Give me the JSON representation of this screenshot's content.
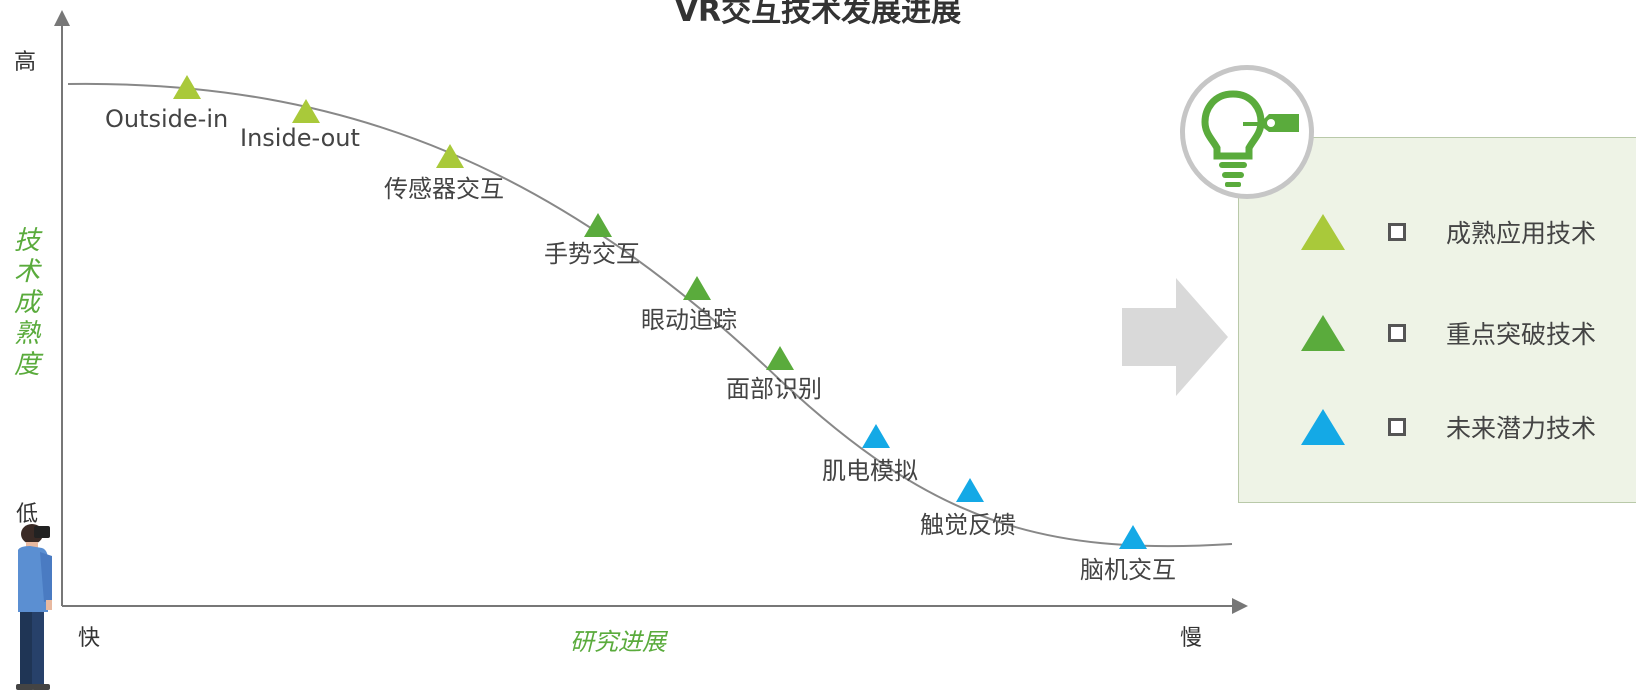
{
  "title": "VR交互技术发展进展",
  "y_axis": {
    "label": "技术成熟度",
    "high": "高",
    "low": "低"
  },
  "x_axis": {
    "label": "研究进展",
    "fast": "快",
    "slow": "慢"
  },
  "colors": {
    "mature": "#a9c93a",
    "breakthrough": "#5aab3c",
    "future": "#14a9e6",
    "curve": "#888888",
    "accent_text": "#5aab3c"
  },
  "technologies": [
    {
      "name": "Outside-in",
      "category": "mature"
    },
    {
      "name": "Inside-out",
      "category": "mature"
    },
    {
      "name": "传感器交互",
      "category": "mature"
    },
    {
      "name": "手势交互",
      "category": "breakthrough"
    },
    {
      "name": "眼动追踪",
      "category": "breakthrough"
    },
    {
      "name": "面部识别",
      "category": "breakthrough"
    },
    {
      "name": "肌电模拟",
      "category": "future"
    },
    {
      "name": "触觉反馈",
      "category": "future"
    },
    {
      "name": "脑机交互",
      "category": "future"
    }
  ],
  "legend": [
    {
      "label": "成熟应用技术",
      "category": "mature"
    },
    {
      "label": "重点突破技术",
      "category": "breakthrough"
    },
    {
      "label": "未来潜力技术",
      "category": "future"
    }
  ],
  "icons": {
    "bulb": "lightbulb-tag-icon",
    "arrow": "right-arrow-icon",
    "person": "vr-headset-person-icon"
  }
}
